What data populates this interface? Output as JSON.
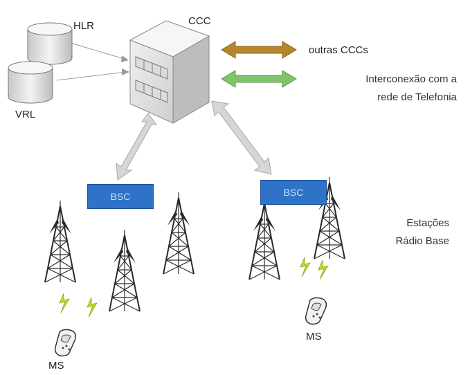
{
  "labels": {
    "hlr": "HLR",
    "vrl": "VRL",
    "ccc": "CCC",
    "outras": "outras CCCs",
    "interconexao_1": "Interconexão com a",
    "interconexao_2": "rede de Telefonia",
    "bsc_left": "BSC",
    "bsc_right": "BSC",
    "estacoes_1": "Estações",
    "estacoes_2": "Rádio Base",
    "ms_left": "MS",
    "ms_right": "MS"
  },
  "colors": {
    "arrow_outras": "#b5862e",
    "arrow_interconexao": "#7fc46a",
    "bsc_fill": "#2f73c8",
    "arrow_grey": "#d6d6d6",
    "lightning": "#c6d92a"
  },
  "icons": {
    "database": "database-icon",
    "building": "building-icon",
    "tower": "radio-tower-icon",
    "phone": "mobile-phone-icon",
    "signal": "lightning-icon"
  }
}
